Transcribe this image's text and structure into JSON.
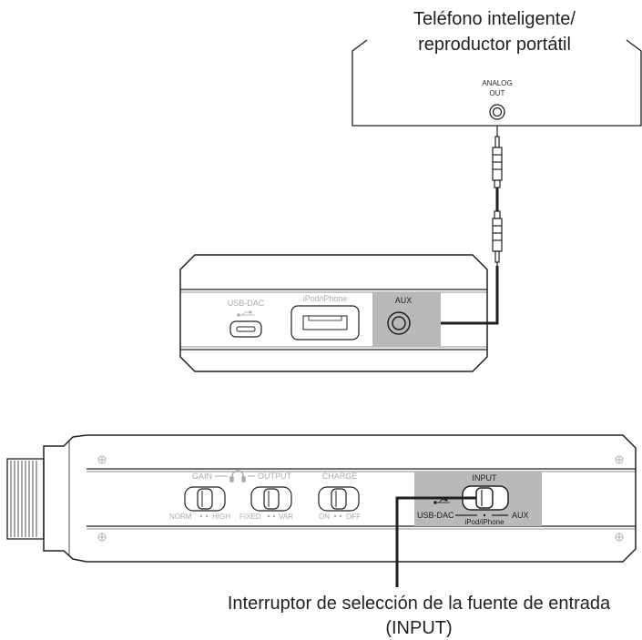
{
  "phone": {
    "title_line1": "Teléfono inteligente/",
    "title_line2": "reproductor portátil",
    "jack_label_line1": "ANALOG",
    "jack_label_line2": "OUT"
  },
  "device_front": {
    "usb_dac_label": "USB-DAC",
    "ipod_label": "iPod/iPhone",
    "aux_label": "AUX"
  },
  "device_top": {
    "gain_label": "GAIN",
    "output_label": "OUTPUT",
    "charge_label": "CHARGE",
    "gain_norm": "NORM",
    "gain_high": "HIGH",
    "output_fixed": "FIXED",
    "output_var": "VAR",
    "charge_on": "ON",
    "charge_off": "OFF",
    "input_label": "INPUT",
    "input_usb_dac": "USB-DAC",
    "input_ipod": "iPod/iPhone",
    "input_aux": "AUX"
  },
  "callout": {
    "line1": "Interruptor de selección de la fuente de entrada",
    "line2": "(INPUT)"
  },
  "colors": {
    "stroke": "#231f20",
    "highlight": "#b9b9b9",
    "faint": "#aaaaaa"
  }
}
